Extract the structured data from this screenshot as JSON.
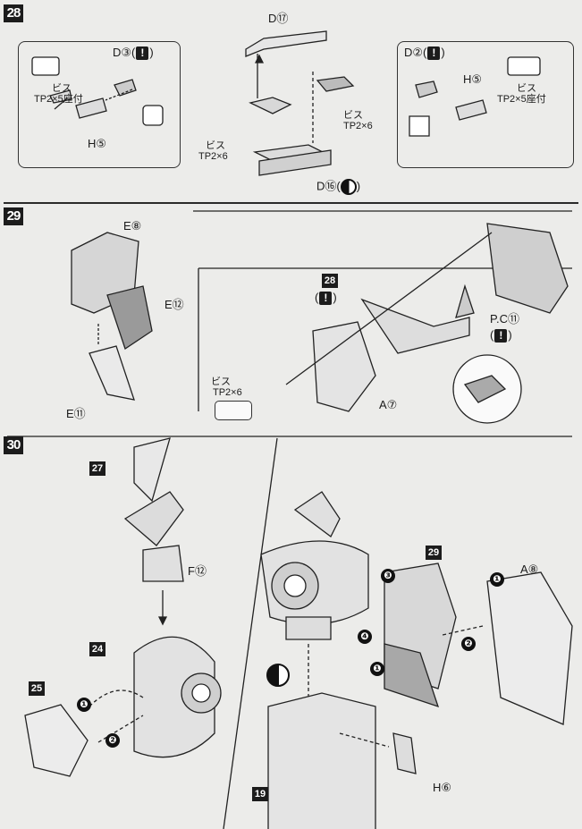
{
  "steps": [
    {
      "number": "28",
      "left_box": {
        "part": "D③(",
        "close": ")",
        "screw_jp": "ビス",
        "screw_spec": "TP2×5座付",
        "part2": "H⑤"
      },
      "center": {
        "top_part": "D⑰",
        "screw_a_jp": "ビス",
        "screw_a_spec": "TP2×6",
        "screw_b_jp": "ビス",
        "screw_b_spec": "TP2×6",
        "bottom_part": "D⑯(",
        "bottom_close": ")"
      },
      "right_box": {
        "part": "D②(",
        "close": ")",
        "part2": "H⑤",
        "screw_jp": "ビス",
        "screw_spec": "TP2×5座付"
      }
    },
    {
      "number": "29",
      "parts": {
        "e8": "E⑧",
        "e12": "E⑫",
        "e11": "E⑪",
        "ref": "28",
        "pc": "P.C⑪",
        "screw_jp": "ビス",
        "screw_spec": "TP2×6",
        "a7": "A⑦"
      }
    },
    {
      "number": "30",
      "parts": {
        "ref27": "27",
        "f12": "F⑫",
        "ref24": "24",
        "ref25": "25",
        "ref29": "29",
        "a8": "A⑧",
        "ref19": "19",
        "h6": "H⑥"
      },
      "bubbles": [
        "❶",
        "❷",
        "❸",
        "❹"
      ]
    }
  ],
  "warning_glyph": "!"
}
